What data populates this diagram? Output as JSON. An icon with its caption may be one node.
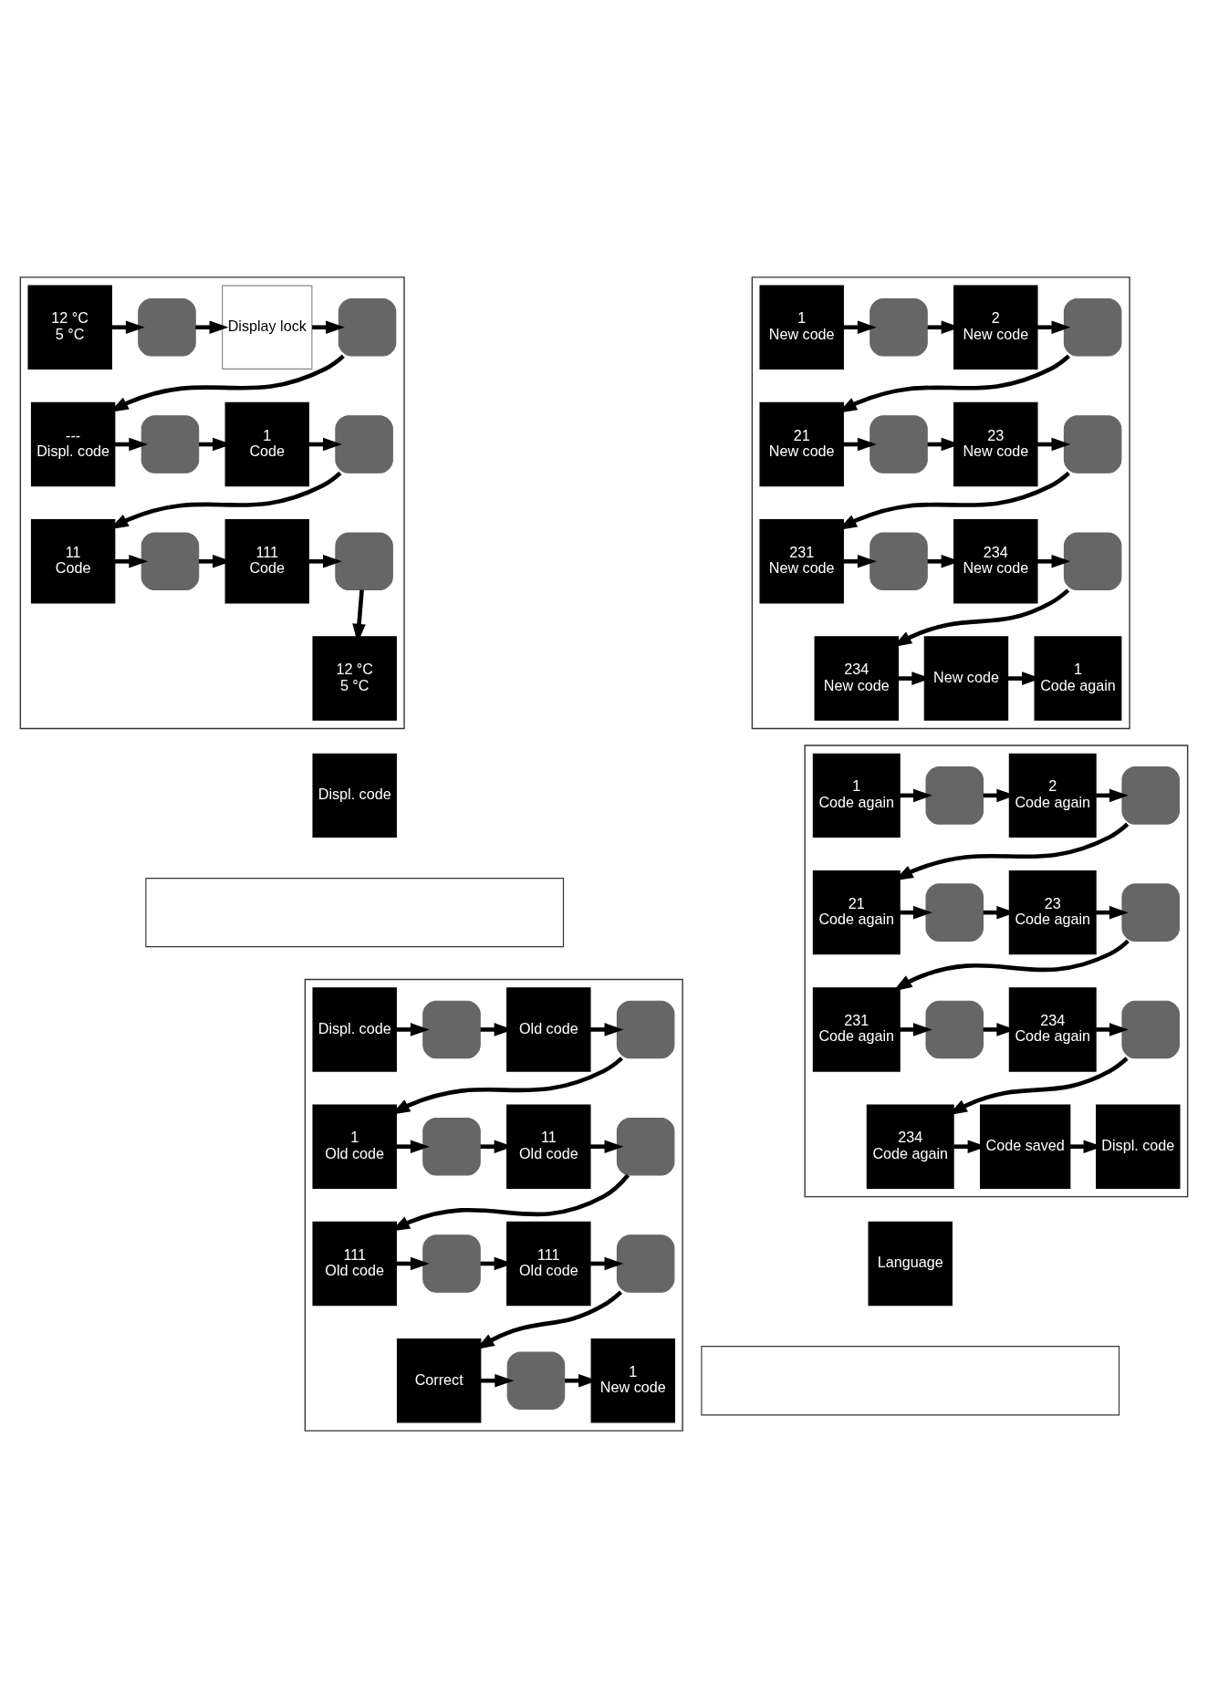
{
  "diagram": {
    "nodes": [
      {
        "text": [],
        "shape": "box"
      },
      {
        "text": [
          "12 °C",
          "5 °C"
        ],
        "in": 0
      },
      {
        "text": [],
        "shape": "box",
        "in": 0
      },
      {
        "text": [
          "Display lock"
        ],
        "in": 0
      },
      {
        "text": [],
        "shape": "box",
        "in": 0
      },
      {
        "text": [
          "---",
          "Displ. code"
        ],
        "in": 0
      },
      {
        "text": [],
        "shape": "box",
        "in": 0
      },
      {
        "text": [
          "1",
          "Code"
        ],
        "in": 0
      },
      {
        "text": [],
        "shape": "box",
        "in": 0
      },
      {
        "text": [
          "11",
          "Code"
        ],
        "in": 0
      },
      {
        "text": [],
        "shape": "box",
        "in": 0
      },
      {
        "text": [
          "111",
          "Code"
        ],
        "in": 0
      },
      {
        "text": [],
        "shape": "box",
        "in": 0
      },
      {
        "text": [
          "12 °C",
          "5 °C"
        ],
        "in": 0
      },
      {
        "text": [
          "Displ. code"
        ]
      },
      {
        "text": [],
        "shape": "box"
      },
      {
        "text": [],
        "shape": "box"
      },
      {
        "text": [
          "Displ. code"
        ],
        "in": 16
      },
      {
        "text": [],
        "shape": "box",
        "in": 16
      },
      {
        "text": [
          "Old code"
        ],
        "in": 16
      },
      {
        "text": [],
        "shape": "box",
        "in": 16
      },
      {
        "text": [
          "1",
          "Old code"
        ],
        "in": 16
      },
      {
        "text": [],
        "shape": "box",
        "in": 16
      },
      {
        "text": [
          "11",
          "Old code"
        ],
        "in": 16
      },
      {
        "text": [],
        "shape": "box",
        "in": 16
      },
      {
        "text": [
          "111",
          "Old code"
        ],
        "in": 16
      },
      {
        "text": [],
        "shape": "box",
        "in": 16
      },
      {
        "text": [
          "111",
          "Old code"
        ],
        "in": 16
      },
      {
        "text": [],
        "shape": "box",
        "in": 16
      },
      {
        "text": [
          "Correct"
        ],
        "in": 16
      },
      {
        "text": [],
        "shape": "box",
        "in": 16
      },
      {
        "text": [
          "1",
          "New code"
        ],
        "in": 16
      },
      {
        "text": [],
        "shape": "box"
      },
      {
        "text": [
          "1",
          "New code"
        ],
        "in": 32
      },
      {
        "text": [],
        "shape": "box",
        "in": 32
      },
      {
        "text": [
          "2",
          "New code"
        ],
        "in": 32
      },
      {
        "text": [],
        "shape": "box",
        "in": 32
      },
      {
        "text": [
          "21",
          "New code"
        ],
        "in": 32
      },
      {
        "text": [],
        "shape": "box",
        "in": 32
      },
      {
        "text": [
          "23",
          "New code"
        ],
        "in": 32
      },
      {
        "text": [],
        "shape": "box",
        "in": 32
      },
      {
        "text": [
          "231",
          "New code"
        ],
        "in": 32
      },
      {
        "text": [],
        "shape": "box",
        "in": 32
      },
      {
        "text": [
          "234",
          "New code"
        ],
        "in": 32
      },
      {
        "text": [],
        "shape": "box",
        "in": 32
      },
      {
        "text": [
          "234",
          "New code"
        ],
        "in": 32
      },
      {
        "text": [
          "New code"
        ],
        "in": 32
      },
      {
        "text": [
          "1",
          "Code again"
        ],
        "in": 32
      },
      {
        "text": [],
        "shape": "box"
      },
      {
        "text": [
          "1",
          "Code again"
        ],
        "in": 48
      },
      {
        "text": [],
        "shape": "box",
        "in": 48
      },
      {
        "text": [
          "2",
          "Code again"
        ],
        "in": 48
      },
      {
        "text": [],
        "shape": "box",
        "in": 48
      },
      {
        "text": [
          "21",
          "Code again"
        ],
        "in": 48
      },
      {
        "text": [],
        "shape": "box",
        "in": 48
      },
      {
        "text": [
          "23",
          "Code again"
        ],
        "in": 48
      },
      {
        "text": [],
        "shape": "box",
        "in": 48
      },
      {
        "text": [
          "231",
          "Code again"
        ],
        "in": 48
      },
      {
        "text": [],
        "shape": "box",
        "in": 48
      },
      {
        "text": [
          "234",
          "Code again"
        ],
        "in": 48
      },
      {
        "text": [],
        "shape": "box",
        "in": 48
      },
      {
        "text": [
          "234",
          "Code again"
        ],
        "in": 48
      },
      {
        "text": [
          "Code saved"
        ],
        "in": 48
      },
      {
        "text": [
          "Displ. code"
        ],
        "in": 48
      },
      {
        "text": [
          "Language"
        ]
      },
      {
        "text": [],
        "shape": "box"
      }
    ],
    "edges": [
      {
        "from": 1,
        "to": 2,
        "arrow": "to"
      },
      {
        "from": 2,
        "to": 3,
        "arrow": "to"
      },
      {
        "from": 3,
        "to": 4,
        "arrow": "to"
      },
      {
        "from": 4,
        "to": 5,
        "arrow": "to"
      },
      {
        "from": 5,
        "to": 6,
        "arrow": "to"
      },
      {
        "from": 6,
        "to": 7,
        "arrow": "to"
      },
      {
        "from": 7,
        "to": 8,
        "arrow": "to"
      },
      {
        "from": 8,
        "to": 9,
        "arrow": "to"
      },
      {
        "from": 9,
        "to": 10,
        "arrow": "to"
      },
      {
        "from": 10,
        "to": 11,
        "arrow": "to"
      },
      {
        "from": 11,
        "to": 12,
        "arrow": "to"
      },
      {
        "from": 12,
        "to": 13,
        "arrow": "to"
      },
      {
        "from": 17,
        "to": 18,
        "arrow": "to"
      },
      {
        "from": 18,
        "to": 19,
        "arrow": "to"
      },
      {
        "from": 19,
        "to": 20,
        "arrow": "to"
      },
      {
        "from": 20,
        "to": 21,
        "arrow": "to"
      },
      {
        "from": 21,
        "to": 22,
        "arrow": "to"
      },
      {
        "from": 22,
        "to": 23,
        "arrow": "to"
      },
      {
        "from": 23,
        "to": 24,
        "arrow": "to"
      },
      {
        "from": 24,
        "to": 25,
        "arrow": "to"
      },
      {
        "from": 25,
        "to": 26,
        "arrow": "to"
      },
      {
        "from": 26,
        "to": 27,
        "arrow": "to"
      },
      {
        "from": 27,
        "to": 28,
        "arrow": "to"
      },
      {
        "from": 28,
        "to": 29,
        "arrow": "to"
      },
      {
        "from": 29,
        "to": 30,
        "arrow": "to"
      },
      {
        "from": 30,
        "to": 31,
        "arrow": "to"
      },
      {
        "from": 33,
        "to": 34,
        "arrow": "to"
      },
      {
        "from": 34,
        "to": 35,
        "arrow": "to"
      },
      {
        "from": 35,
        "to": 36,
        "arrow": "to"
      },
      {
        "from": 36,
        "to": 37,
        "arrow": "to"
      },
      {
        "from": 37,
        "to": 38,
        "arrow": "to"
      },
      {
        "from": 38,
        "to": 39,
        "arrow": "to"
      },
      {
        "from": 39,
        "to": 40,
        "arrow": "to"
      },
      {
        "from": 40,
        "to": 41,
        "arrow": "to"
      },
      {
        "from": 41,
        "to": 42,
        "arrow": "to"
      },
      {
        "from": 42,
        "to": 43,
        "arrow": "to"
      },
      {
        "from": 43,
        "to": 44,
        "arrow": "to"
      },
      {
        "from": 44,
        "to": 45,
        "arrow": "to"
      },
      {
        "from": 45,
        "to": 46,
        "arrow": "to"
      },
      {
        "from": 46,
        "to": 47,
        "arrow": "to"
      },
      {
        "from": 49,
        "to": 50,
        "arrow": "to"
      },
      {
        "from": 50,
        "to": 51,
        "arrow": "to"
      },
      {
        "from": 51,
        "to": 52,
        "arrow": "to"
      },
      {
        "from": 52,
        "to": 53,
        "arrow": "to"
      },
      {
        "from": 53,
        "to": 54,
        "arrow": "to"
      },
      {
        "from": 54,
        "to": 55,
        "arrow": "to"
      },
      {
        "from": 55,
        "to": 56,
        "arrow": "to"
      },
      {
        "from": 56,
        "to": 57,
        "arrow": "to"
      },
      {
        "from": 57,
        "to": 58,
        "arrow": "to"
      },
      {
        "from": 58,
        "to": 59,
        "arrow": "to"
      },
      {
        "from": 59,
        "to": 60,
        "arrow": "to"
      },
      {
        "from": 60,
        "to": 61,
        "arrow": "to"
      },
      {
        "from": 61,
        "to": 62,
        "arrow": "to"
      },
      {
        "from": 62,
        "to": 63,
        "arrow": "to"
      }
    ]
  }
}
